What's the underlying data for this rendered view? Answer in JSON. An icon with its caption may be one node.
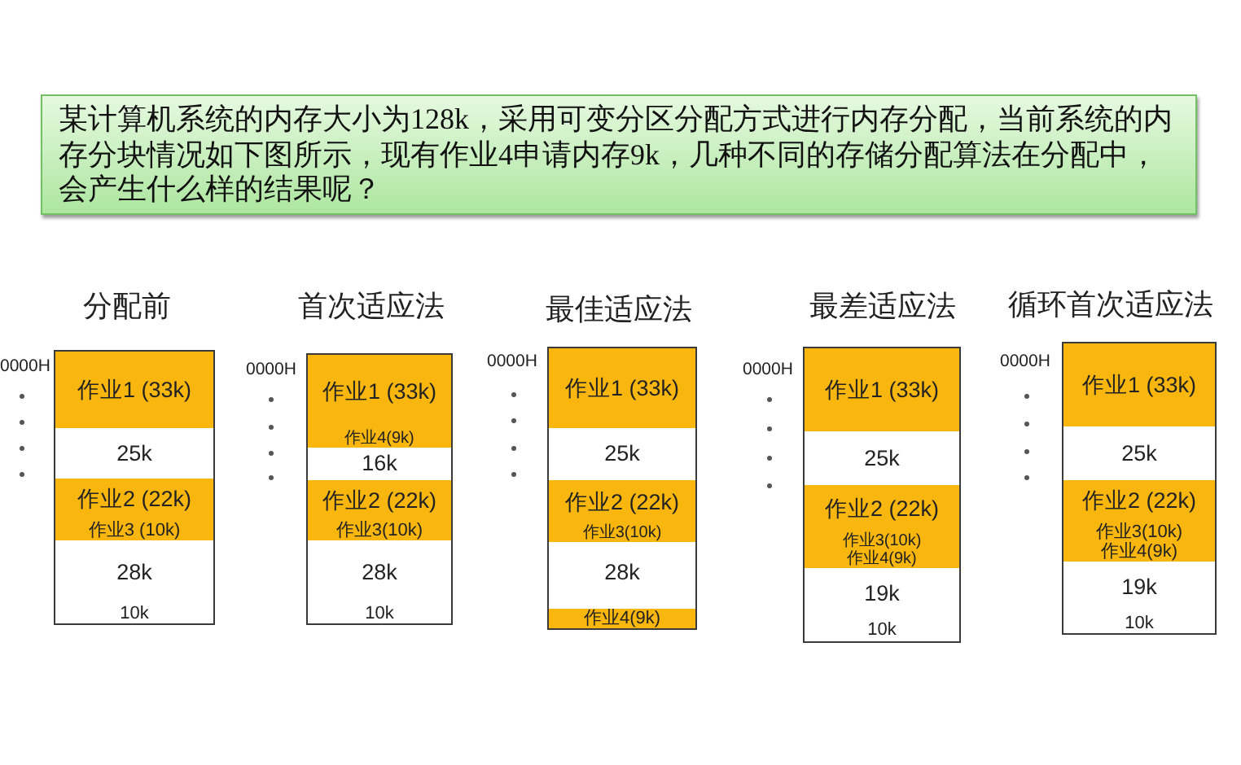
{
  "diagram": {
    "nodes": [
      {
        "text": [
          "某计算机系统的内存大小为128k，采用可变分区分配方式进行内存分配，当前系统的内存分块情况如下图所示，现有作业4申请内存9k，几种不同的存储分配算法在分配中，会产生什么样的结果呢？"
        ]
      },
      {
        "text": [
          "作业1 (33k)"
        ]
      },
      {
        "text": [
          "25k"
        ]
      },
      {
        "text": [
          "作业2 (22k)"
        ]
      },
      {
        "text": [
          "作业3 (10k)"
        ]
      },
      {
        "text": [
          "28k"
        ]
      },
      {
        "text": [
          "10k"
        ]
      },
      {
        "text": [
          "作业1 (33k)"
        ]
      },
      {
        "text": [
          "作业4(9k)"
        ]
      },
      {
        "text": [
          "16k"
        ]
      },
      {
        "text": [
          "作业2 (22k)"
        ]
      },
      {
        "text": [
          "作业3(10k)"
        ]
      },
      {
        "text": [
          "28k"
        ]
      },
      {
        "text": [
          "10k"
        ]
      },
      {
        "text": [
          "作业1 (33k)"
        ]
      },
      {
        "text": [
          "25k"
        ]
      },
      {
        "text": [
          "作业2 (22k)"
        ]
      },
      {
        "text": [
          "作业3(10k)"
        ]
      },
      {
        "text": [
          "28k"
        ]
      },
      {
        "text": [],
        "shape": "box"
      },
      {
        "text": [
          "作业4(9k)"
        ]
      },
      {
        "text": [
          "作业1 (33k)"
        ]
      },
      {
        "text": [
          "25k"
        ]
      },
      {
        "text": [
          "作业2 (22k)"
        ]
      },
      {
        "text": [
          "作业3(10k)"
        ]
      },
      {
        "text": [
          "作业4(9k)"
        ]
      },
      {
        "text": [
          "19k"
        ]
      },
      {
        "text": [
          "10k"
        ]
      },
      {
        "text": [
          "作业1 (33k)"
        ]
      },
      {
        "text": [
          "25k"
        ]
      },
      {
        "text": [
          "作业2 (22k)"
        ]
      },
      {
        "text": [
          "作业3(10k)"
        ]
      },
      {
        "text": [
          "作业4(9k)"
        ]
      },
      {
        "text": [
          "19k"
        ]
      },
      {
        "text": [
          "10k"
        ]
      }
    ],
    "labels": [
      "分配前",
      "首次适应法",
      "最佳适应法",
      "最差适应法",
      "循环首次适应法",
      "0000H",
      "0000H",
      "0000H",
      "0000H",
      "0000H"
    ]
  }
}
